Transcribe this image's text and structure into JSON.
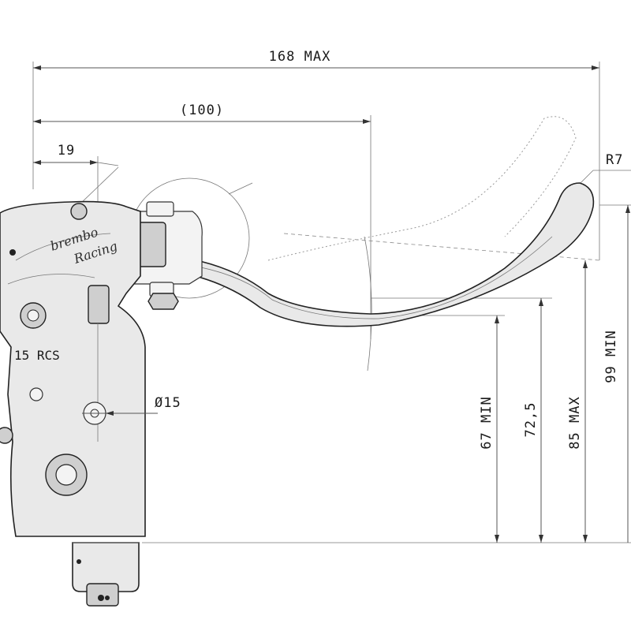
{
  "dimensions": {
    "overall_length": "168 MAX",
    "reach": "(100)",
    "pivot_offset": "19",
    "radius": "R7",
    "bore": "Ø15",
    "height_min": "67 MIN",
    "height_nominal": "72,5",
    "height_max": "85 MAX",
    "height_total": "99 MIN"
  },
  "labels": {
    "model": "15 RCS",
    "brand": "brembo",
    "brand_sub": "Racing"
  }
}
